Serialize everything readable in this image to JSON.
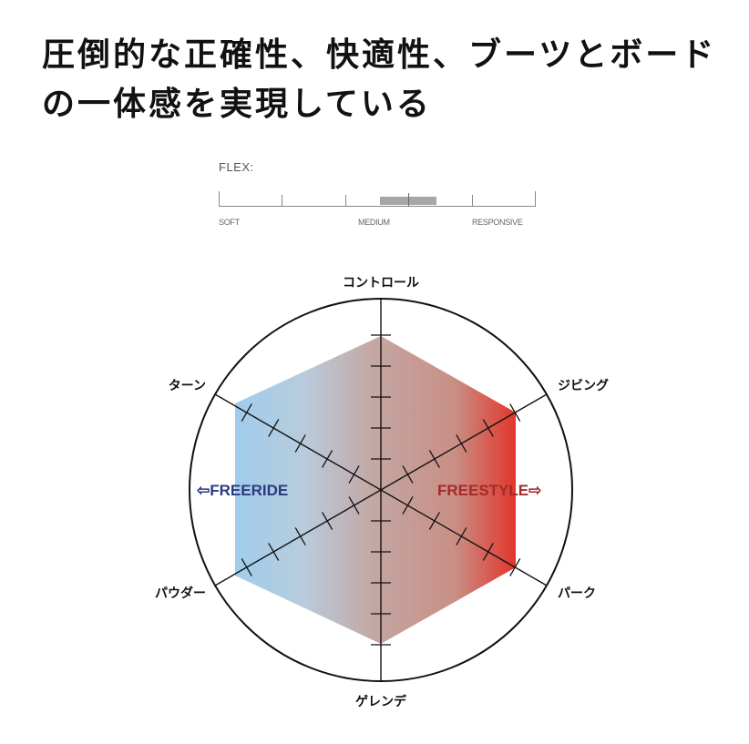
{
  "headline": {
    "line1": "圧倒的な正確性、快適性、ブーツとボード",
    "line2": "の一体感を実現している"
  },
  "flex": {
    "label": "FLEX:",
    "soft": "SOFT",
    "medium": "MEDIUM",
    "responsive": "RESPONSIVE",
    "range_start_fraction": 0.51,
    "range_end_fraction": 0.69,
    "marker_fraction": 0.6
  },
  "radar": {
    "axes": {
      "top": "コントロール",
      "top_right": "ジビング",
      "bottom_right": "パーク",
      "bottom": "ゲレンデ",
      "bottom_left": "パウダー",
      "top_left": "ターン"
    },
    "freeride_label": "⇦FREERIDE",
    "freestyle_label": "FREESTYLE⇨",
    "colors": {
      "freeride": "#2c3a7e",
      "freestyle": "#a52a2a",
      "blue_fill": "#9ecbea",
      "red_fill": "#e03a2f",
      "center_fill": "#c4a7a4"
    }
  }
}
